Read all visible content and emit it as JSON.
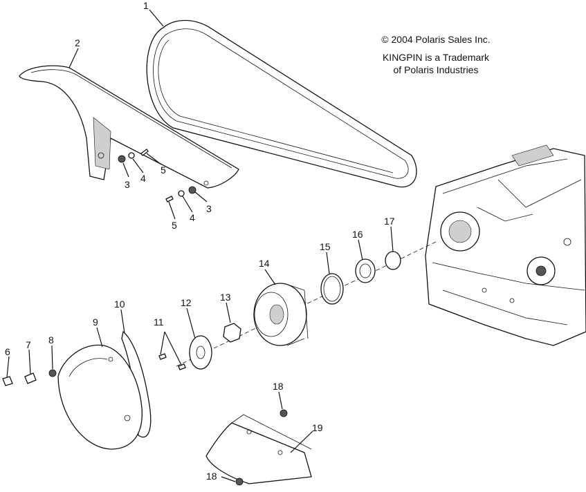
{
  "copyright": {
    "line1": "© 2004 Polaris Sales Inc.",
    "line2": "KINGPIN is a Trademark",
    "line3": "of Polaris Industries"
  },
  "callouts": {
    "c1": "1",
    "c2": "2",
    "c3a": "3",
    "c3b": "3",
    "c4a": "4",
    "c4b": "4",
    "c5a": "5",
    "c5b": "5",
    "c6": "6",
    "c7": "7",
    "c8": "8",
    "c9": "9",
    "c10": "10",
    "c11": "11",
    "c12": "12",
    "c13": "13",
    "c14": "14",
    "c15": "15",
    "c16": "16",
    "c17": "17",
    "c18a": "18",
    "c18b": "18",
    "c19": "19"
  }
}
